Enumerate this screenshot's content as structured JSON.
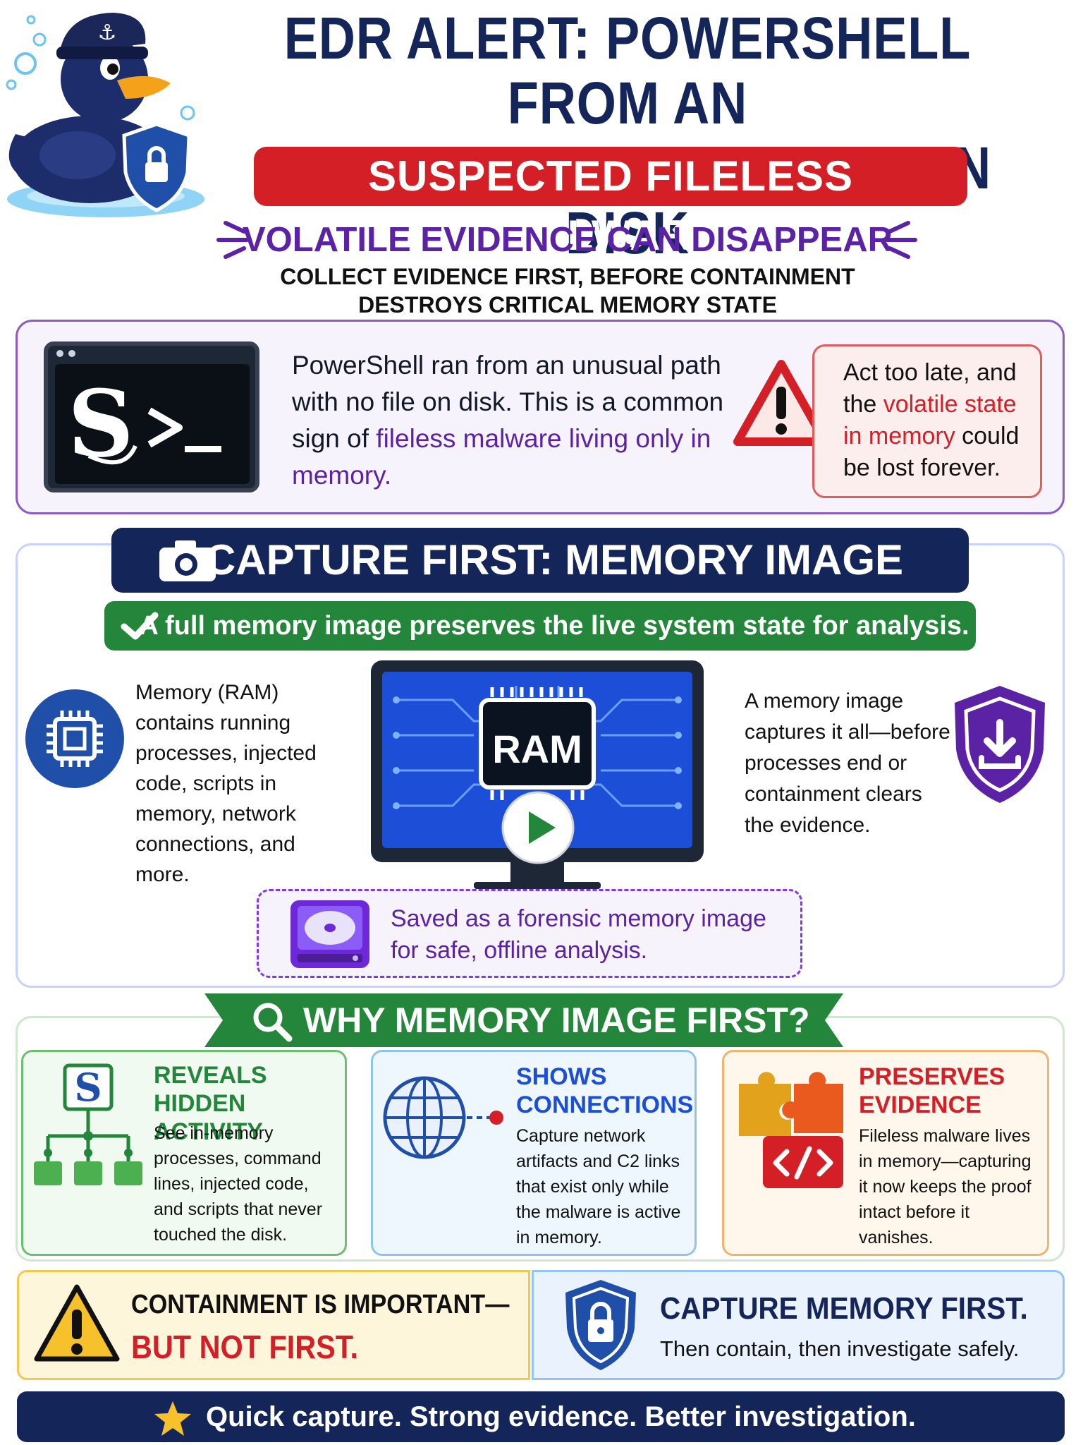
{
  "header": {
    "title_line1": "EDR ALERT: POWERSHELL FROM AN",
    "title_line2": "UNUSUAL PATH, NO FILE ON DISK",
    "banner": "SUSPECTED FILELESS MALWARE",
    "volatile": "VOLATILE EVIDENCE CAN DISAPPEAR",
    "sub_line1": "COLLECT EVIDENCE FIRST, BEFORE CONTAINMENT",
    "sub_line2": "DESTROYS CRITICAL MEMORY STATE"
  },
  "section1": {
    "text_a": "PowerShell ran from an unusual path with no file on disk. This is a common sign of ",
    "text_highlight": "fileless malware living only in memory.",
    "warn_a": "Act too late, and the ",
    "warn_highlight": "volatile state in memory",
    "warn_b": " could be lost forever."
  },
  "section2": {
    "banner": "CAPTURE FIRST: MEMORY IMAGE",
    "green_banner": "A full memory image preserves the live system state for analysis.",
    "left_text": "Memory (RAM) contains running processes, injected code, scripts in memory, network connections, and more.",
    "chip_label": "RAM",
    "right_text": "A memory image captures it all—before processes end or containment clears the evidence.",
    "saved_line1": "Saved as a forensic memory image",
    "saved_line2": "for safe, offline analysis."
  },
  "section3": {
    "banner": "WHY MEMORY IMAGE FIRST?",
    "cards": [
      {
        "title_line1": "REVEALS HIDDEN",
        "title_line2": "ACTIVITY",
        "body": "See in-memory processes, command lines, injected code, and scripts that never touched the disk.",
        "color": "#23863a"
      },
      {
        "title_line1": "SHOWS",
        "title_line2": "CONNECTIONS",
        "body": "Capture network artifacts and C2 links that exist only while the malware is active in memory.",
        "color": "#1d4ed8"
      },
      {
        "title_line1": "PRESERVES",
        "title_line2": "EVIDENCE",
        "body": "Fileless malware lives in memory—capturing it now keeps the proof intact before it vanishes.",
        "color": "#d41f26"
      }
    ]
  },
  "bottom": {
    "contain_line1": "CONTAINMENT IS IMPORTANT—",
    "contain_line2": "BUT NOT FIRST.",
    "capture_title": "CAPTURE MEMORY FIRST.",
    "capture_sub": "Then contain, then investigate safely."
  },
  "footer": {
    "text": "Quick capture. Strong evidence. Better investigation."
  },
  "colors": {
    "navy": "#14255a",
    "red": "#d41f26",
    "purple": "#5b22a5",
    "green": "#23863a"
  },
  "icons": [
    "duck-mascot-icon",
    "shield-lock-icon",
    "terminal-icon",
    "warning-triangle-icon",
    "camera-icon",
    "checkmark-icon",
    "cpu-chip-icon",
    "monitor-icon",
    "play-icon",
    "shield-download-icon",
    "hard-drive-icon",
    "search-icon",
    "process-tree-icon",
    "globe-icon",
    "puzzle-code-icon",
    "star-icon"
  ]
}
